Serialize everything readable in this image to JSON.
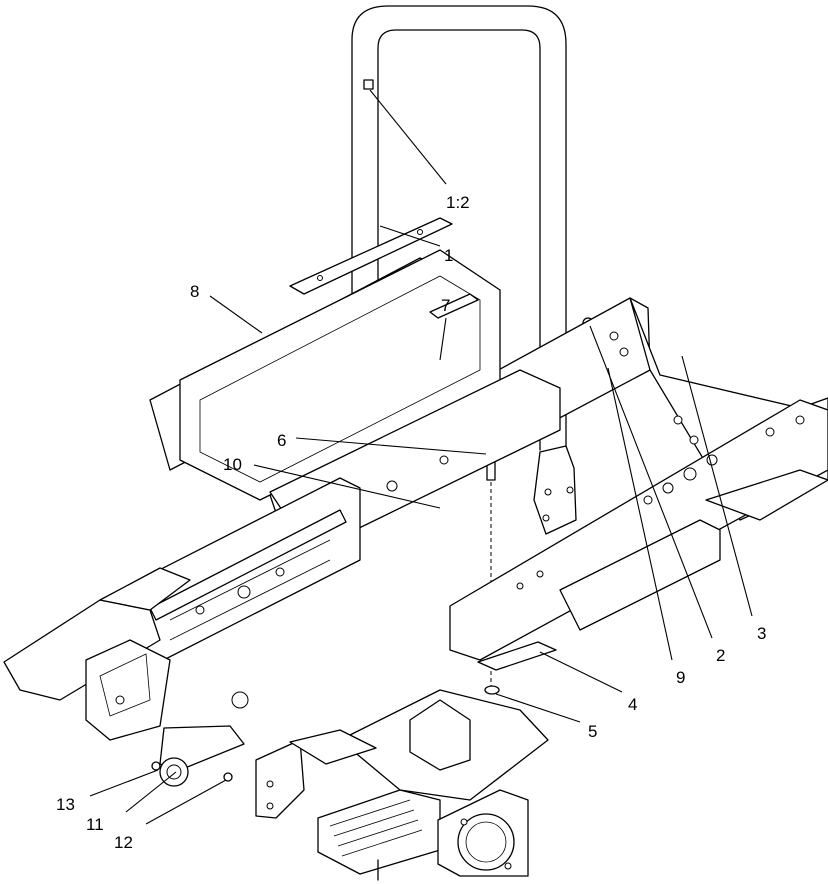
{
  "diagram": {
    "callouts": [
      {
        "id": "1-2",
        "label": "1:2"
      },
      {
        "id": "1",
        "label": "1"
      },
      {
        "id": "7",
        "label": "7"
      },
      {
        "id": "6",
        "label": "6"
      },
      {
        "id": "10",
        "label": "10"
      },
      {
        "id": "8",
        "label": "8"
      },
      {
        "id": "3",
        "label": "3"
      },
      {
        "id": "2",
        "label": "2"
      },
      {
        "id": "9",
        "label": "9"
      },
      {
        "id": "4",
        "label": "4"
      },
      {
        "id": "5",
        "label": "5"
      },
      {
        "id": "13",
        "label": "13"
      },
      {
        "id": "11",
        "label": "11"
      },
      {
        "id": "12",
        "label": "12"
      }
    ]
  }
}
